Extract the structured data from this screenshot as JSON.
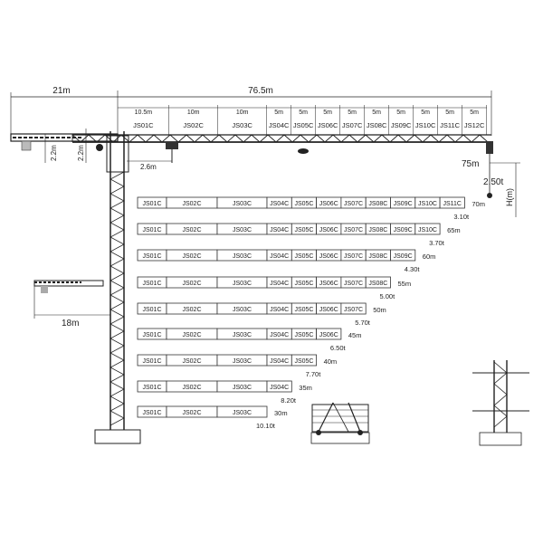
{
  "dimensions": {
    "counter_jib_length": "21m",
    "jib_length": "76.5m",
    "counter_jib_height_left": "2.2m",
    "counter_jib_height_right": "2.2m",
    "trolley_offset": "2.6m",
    "tip_radius": "75m",
    "tip_load": "2.50t",
    "height_label": "H(m)",
    "side_counter_jib": "18m"
  },
  "jib_sections": [
    {
      "name": "JS01C",
      "length": "10.5m"
    },
    {
      "name": "JS02C",
      "length": "10m"
    },
    {
      "name": "JS03C",
      "length": "10m"
    },
    {
      "name": "JS04C",
      "length": "5m"
    },
    {
      "name": "JS05C",
      "length": "5m"
    },
    {
      "name": "JS06C",
      "length": "5m"
    },
    {
      "name": "JS07C",
      "length": "5m"
    },
    {
      "name": "JS08C",
      "length": "5m"
    },
    {
      "name": "JS09C",
      "length": "5m"
    },
    {
      "name": "JS10C",
      "length": "5m"
    },
    {
      "name": "JS11C",
      "length": "5m"
    },
    {
      "name": "JS12C",
      "length": "5m"
    }
  ],
  "configurations": [
    {
      "radius": "70m",
      "sections": 11,
      "tip_load": "3.10t"
    },
    {
      "radius": "65m",
      "sections": 10,
      "tip_load": "3.70t"
    },
    {
      "radius": "60m",
      "sections": 9,
      "tip_load": "4.30t"
    },
    {
      "radius": "55m",
      "sections": 8,
      "tip_load": "5.00t"
    },
    {
      "radius": "50m",
      "sections": 7,
      "tip_load": "5.70t"
    },
    {
      "radius": "45m",
      "sections": 6,
      "tip_load": "6.50t"
    },
    {
      "radius": "40m",
      "sections": 5,
      "tip_load": "7.70t"
    },
    {
      "radius": "35m",
      "sections": 4,
      "tip_load": "8.20t"
    },
    {
      "radius": "30m",
      "sections": 3,
      "tip_load": "10.10t"
    }
  ]
}
